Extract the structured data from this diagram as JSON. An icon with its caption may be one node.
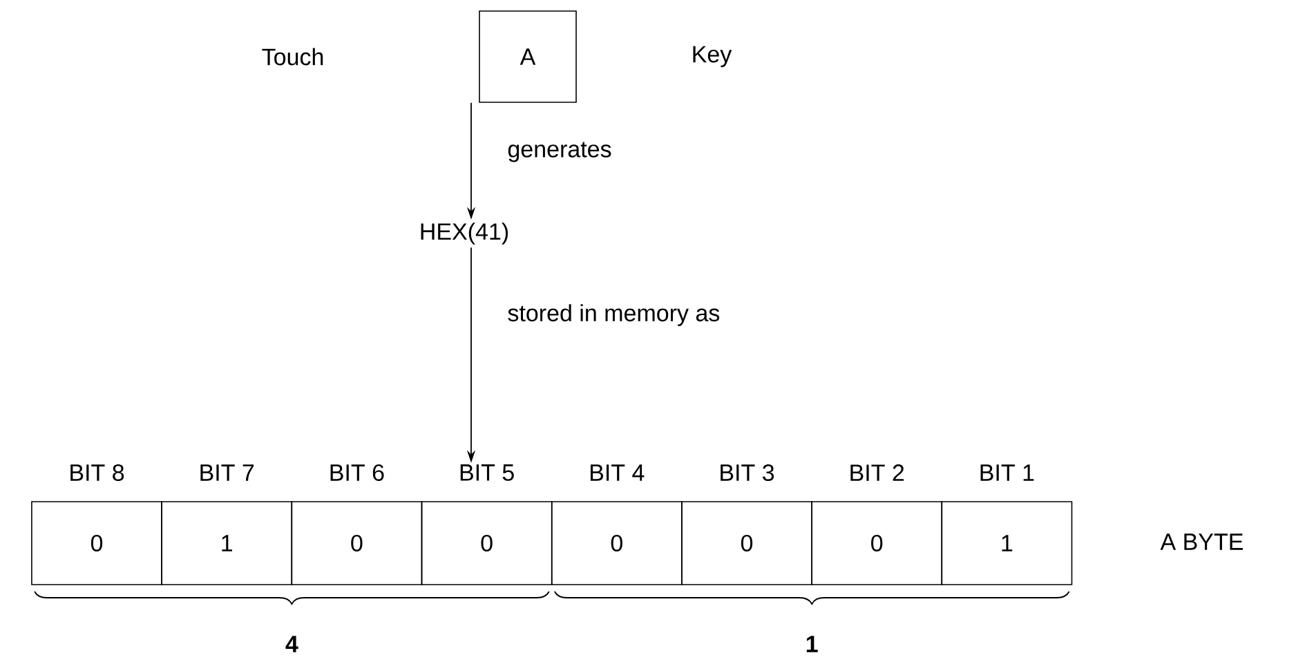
{
  "diagram": {
    "nodes": [
      {
        "text": [
          "A"
        ]
      },
      {
        "text": [
          "HEX(41)"
        ]
      },
      {
        "text": [
          "BIT 8"
        ]
      },
      {
        "text": [
          "BIT 7"
        ]
      },
      {
        "text": [
          "BIT 6"
        ]
      },
      {
        "text": [
          "BIT 5"
        ]
      },
      {
        "text": [
          "BIT 4"
        ]
      },
      {
        "text": [
          "BIT 3"
        ]
      },
      {
        "text": [
          "BIT 2"
        ]
      },
      {
        "text": [
          "BIT 1"
        ]
      },
      {
        "text": [
          "0"
        ]
      },
      {
        "text": [
          "1"
        ]
      },
      {
        "text": [
          "0"
        ]
      },
      {
        "text": [
          "0"
        ]
      },
      {
        "text": [
          "0"
        ]
      },
      {
        "text": [
          "0"
        ]
      },
      {
        "text": [
          "0"
        ]
      },
      {
        "text": [
          "1"
        ]
      }
    ],
    "edges": [
      {
        "from": 0,
        "to": 1,
        "arrow": "to",
        "label": "generates"
      },
      {
        "from": 1,
        "to": 5,
        "arrow": "to",
        "label": "stored in memory as"
      }
    ],
    "labels": [
      "Touch",
      "Key",
      "A BYTE",
      "4",
      "1"
    ]
  }
}
